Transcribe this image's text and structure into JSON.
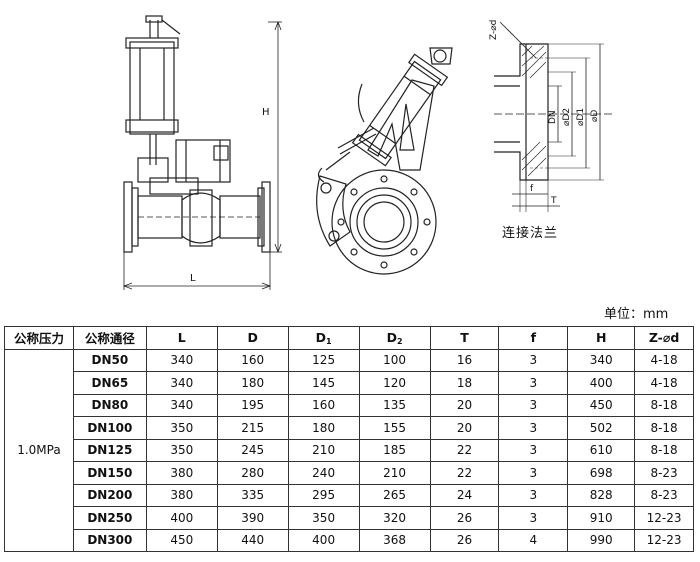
{
  "drawing": {
    "dim_H": "H",
    "dim_L": "L",
    "dim_Zd": "Z-⌀d",
    "dim_DN": "DN",
    "dim_D2": "⌀D2",
    "dim_D1": "⌀D1",
    "dim_D": "⌀D",
    "dim_f": "f",
    "dim_T": "T",
    "caption": "连接法兰"
  },
  "unit_note": "单位：mm",
  "table": {
    "headers": [
      "公称压力",
      "公称通径",
      "L",
      "D",
      "D",
      "D",
      "T",
      "f",
      "H",
      "Z-⌀d"
    ],
    "header_subs": [
      "",
      "",
      "",
      "",
      "1",
      "2",
      "",
      "",
      "",
      ""
    ],
    "pressure": "1.0MPa",
    "rows": [
      [
        "DN50",
        "340",
        "160",
        "125",
        "100",
        "16",
        "3",
        "340",
        "4-18"
      ],
      [
        "DN65",
        "340",
        "180",
        "145",
        "120",
        "18",
        "3",
        "400",
        "4-18"
      ],
      [
        "DN80",
        "340",
        "195",
        "160",
        "135",
        "20",
        "3",
        "450",
        "8-18"
      ],
      [
        "DN100",
        "350",
        "215",
        "180",
        "155",
        "20",
        "3",
        "502",
        "8-18"
      ],
      [
        "DN125",
        "350",
        "245",
        "210",
        "185",
        "22",
        "3",
        "610",
        "8-18"
      ],
      [
        "DN150",
        "380",
        "280",
        "240",
        "210",
        "22",
        "3",
        "698",
        "8-23"
      ],
      [
        "DN200",
        "380",
        "335",
        "295",
        "265",
        "24",
        "3",
        "828",
        "8-23"
      ],
      [
        "DN250",
        "400",
        "390",
        "350",
        "320",
        "26",
        "3",
        "910",
        "12-23"
      ],
      [
        "DN300",
        "450",
        "440",
        "400",
        "368",
        "26",
        "4",
        "990",
        "12-23"
      ]
    ]
  }
}
